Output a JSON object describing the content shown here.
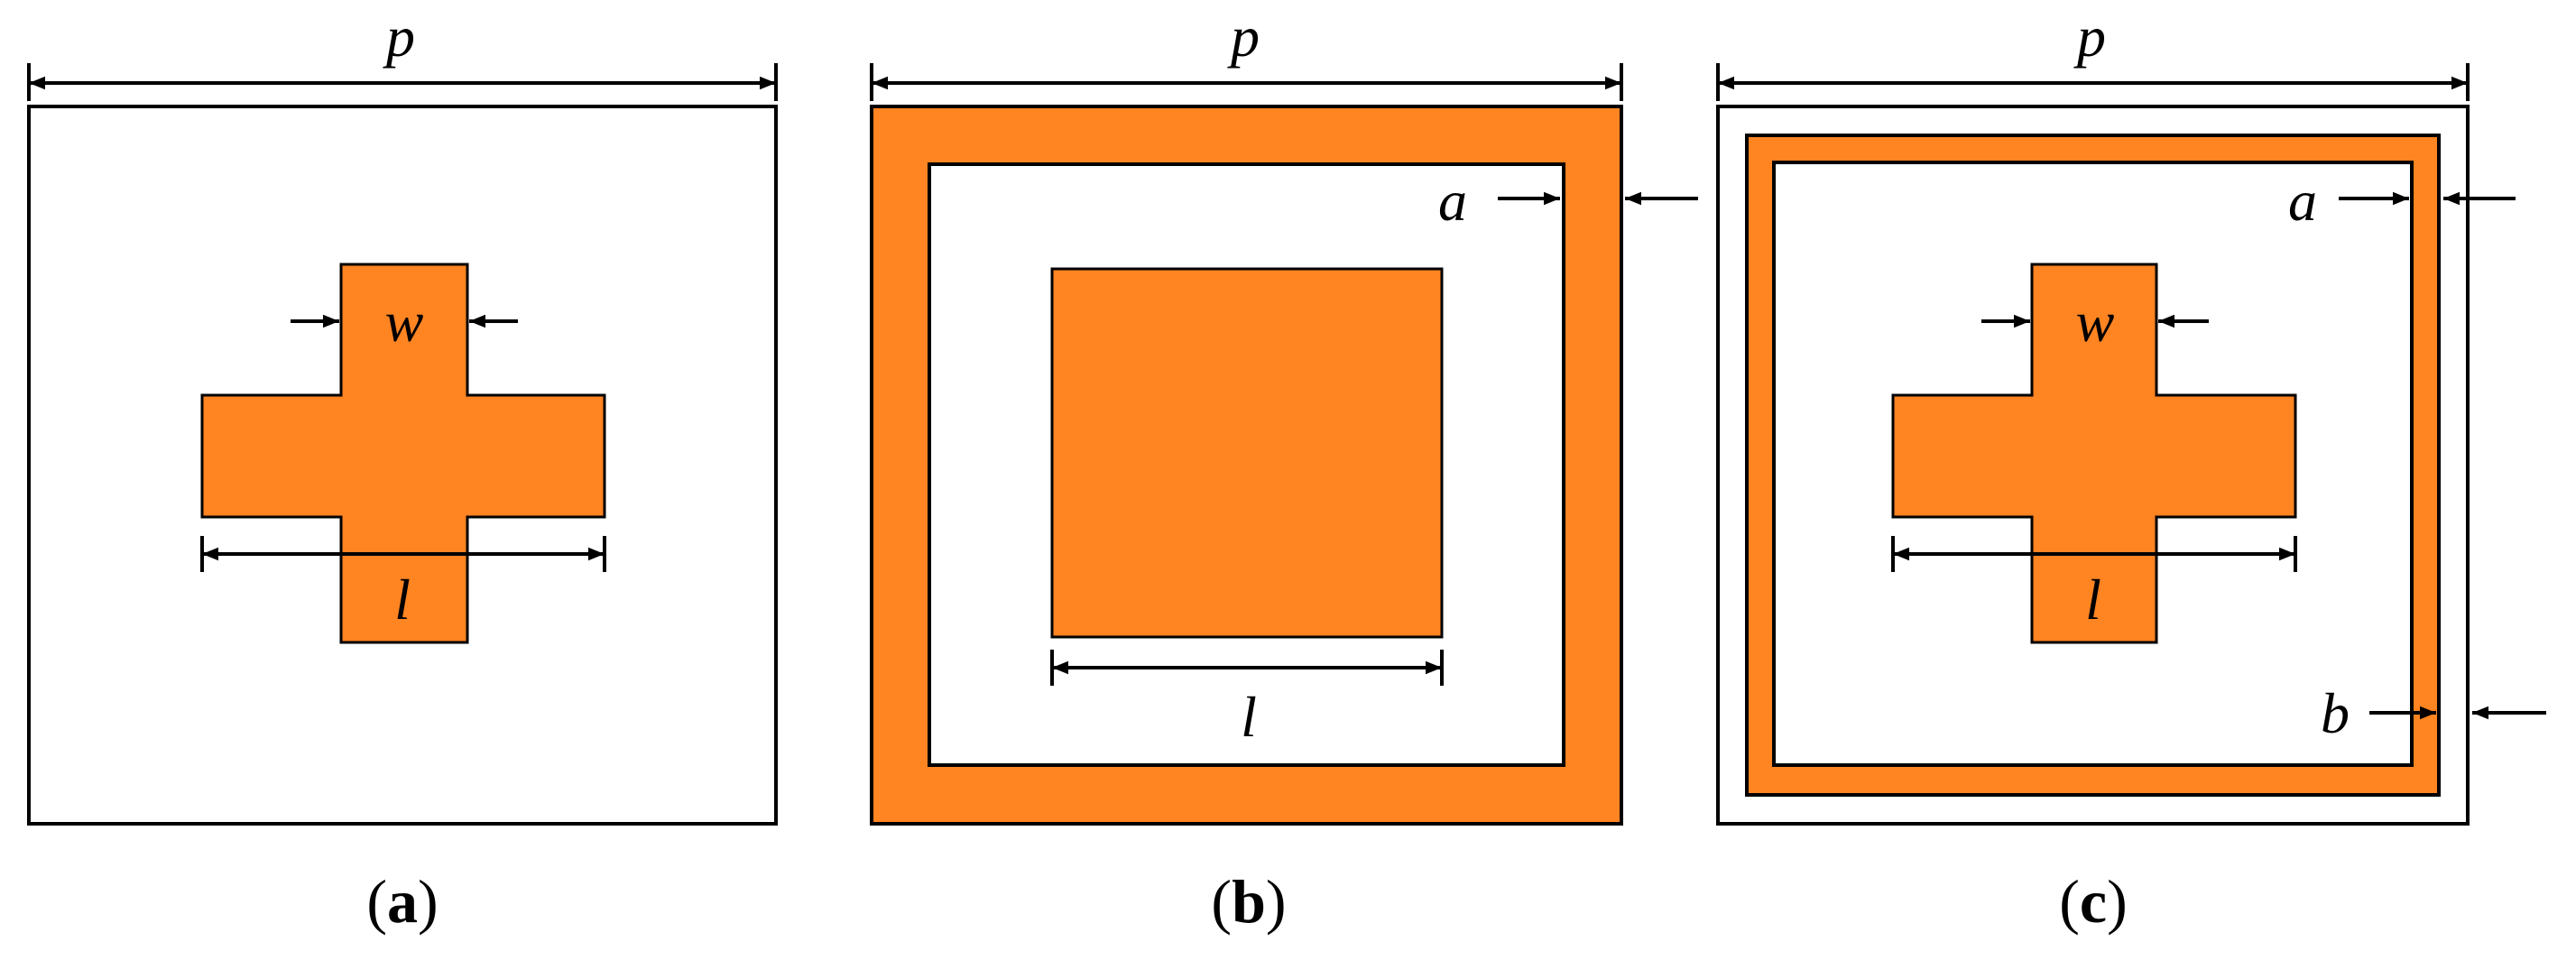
{
  "colors": {
    "patch": "#ff8422",
    "stroke": "#000000",
    "background": "#ffffff"
  },
  "panels": [
    {
      "id": "a",
      "caption_letter": "a",
      "labels": {
        "p": "p",
        "w": "w",
        "l": "l"
      }
    },
    {
      "id": "b",
      "caption_letter": "b",
      "labels": {
        "p": "p",
        "a": "a",
        "l": "l"
      }
    },
    {
      "id": "c",
      "caption_letter": "c",
      "labels": {
        "p": "p",
        "a": "a",
        "w": "w",
        "l": "l",
        "b": "b"
      }
    }
  ],
  "caption_open": "(",
  "caption_close": ")"
}
